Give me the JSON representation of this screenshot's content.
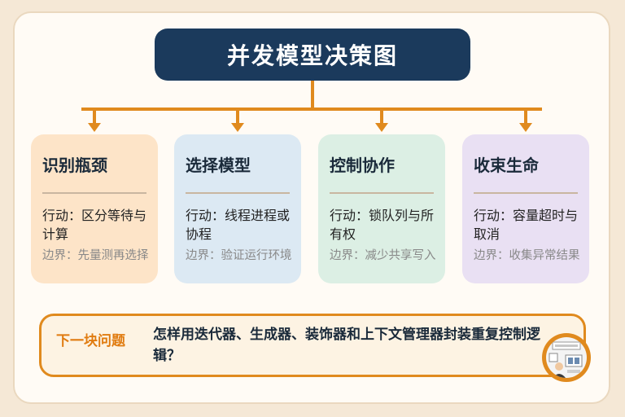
{
  "title": "并发模型决策图",
  "colors": {
    "title_bg": "#1b3a5c",
    "accent": "#e08a1e",
    "card_1": "#fde4c8",
    "card_2": "#dce9f3",
    "card_3": "#dcefe4",
    "card_4": "#e9e0f3"
  },
  "cards": [
    {
      "title": "识别瓶颈",
      "action": "行动：区分等待与计算",
      "boundary": "边界：先量测再选择"
    },
    {
      "title": "选择模型",
      "action": "行动：线程进程或协程",
      "boundary": "边界：验证运行环境"
    },
    {
      "title": "控制协作",
      "action": "行动：锁队列与所有权",
      "boundary": "边界：减少共享写入"
    },
    {
      "title": "收束生命",
      "action": "行动：容量超时与取消",
      "boundary": "边界：收集异常结果"
    }
  ],
  "next": {
    "label": "下一块问题",
    "text": "怎样用迭代器、生成器、装饰器和上下文管理器封装重复控制逻辑？"
  },
  "badge_icon": "presenter-avatar-icon"
}
